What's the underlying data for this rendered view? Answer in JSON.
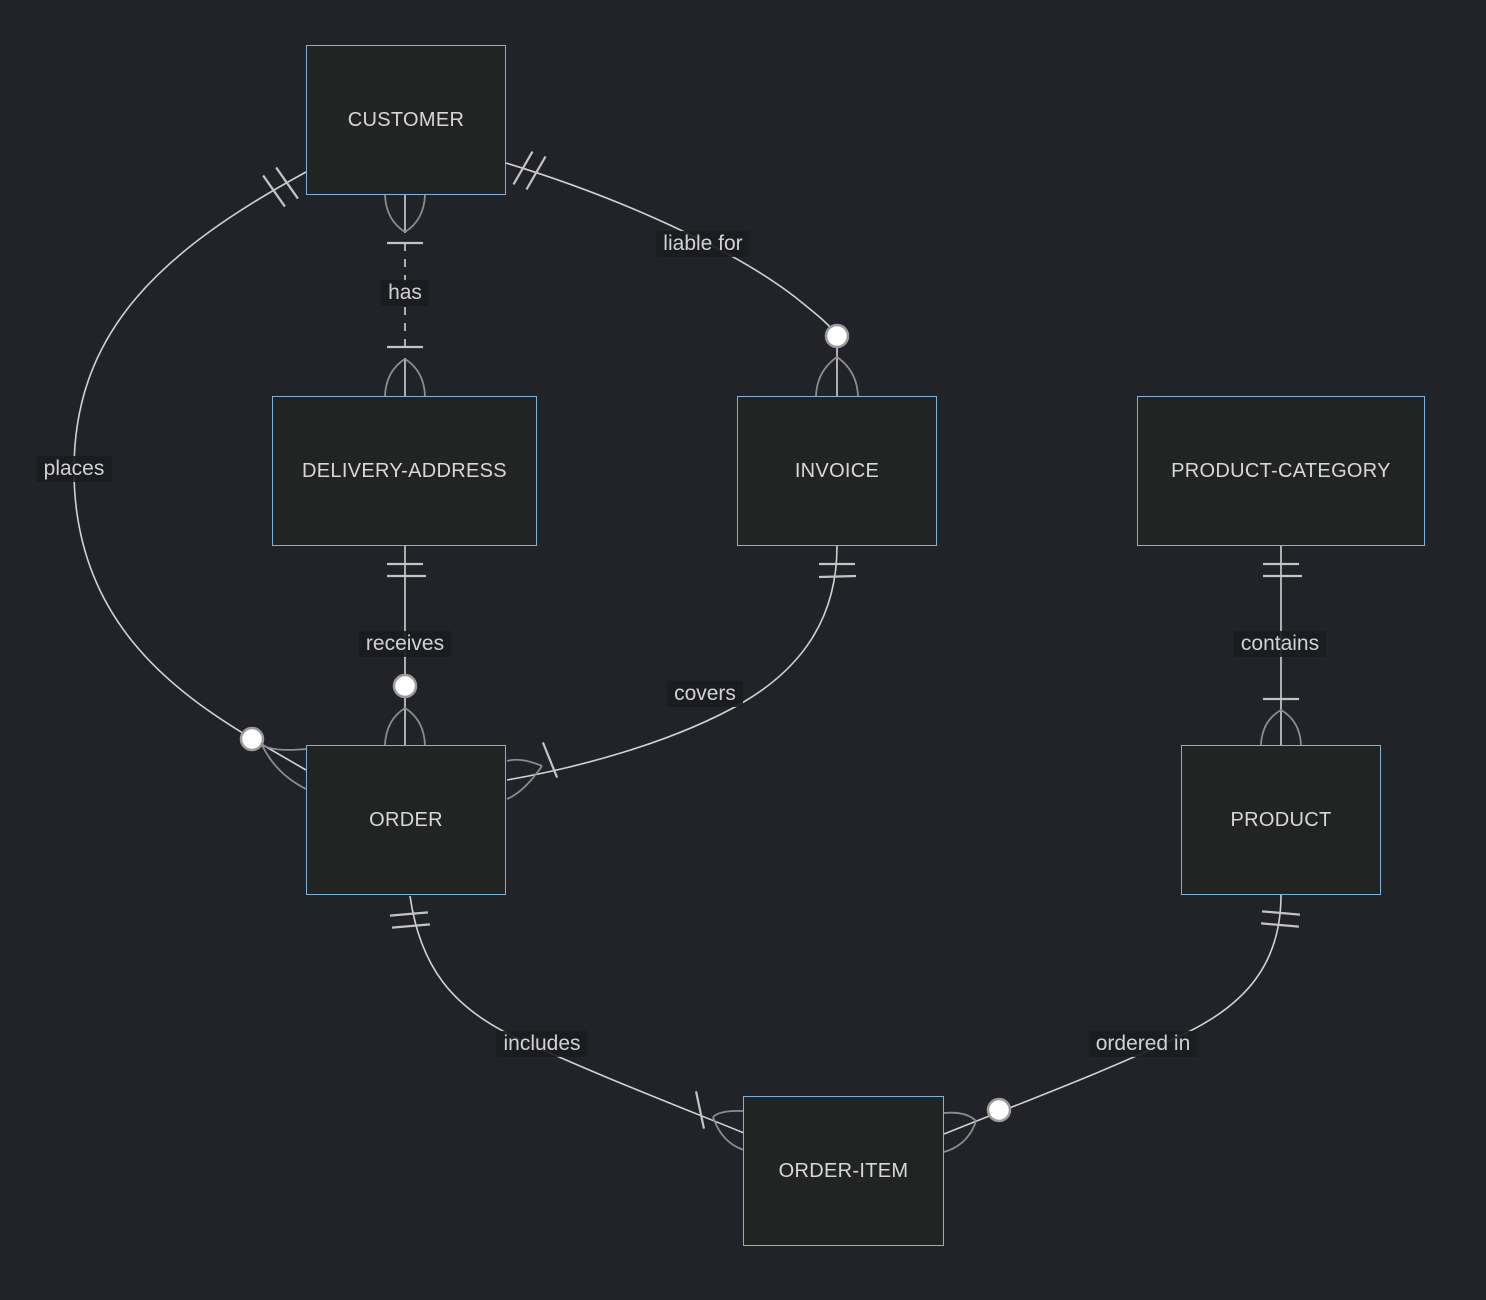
{
  "diagram": {
    "type": "er-diagram",
    "notation": "crows-foot",
    "theme": {
      "background": "#212329",
      "entity_fill": "#222323",
      "entity_border": "#81b1db",
      "entity_text": "#d8d8d8",
      "line_color": "#d2d2d2",
      "marker_color": "#8d8d8d",
      "cardinality_circle_fill": "#ffffff",
      "label_background": "#1a1c1f",
      "label_text": "#d2d2d2"
    },
    "entities": [
      {
        "id": "customer",
        "name": "CUSTOMER"
      },
      {
        "id": "delivery-address",
        "name": "DELIVERY-ADDRESS"
      },
      {
        "id": "invoice",
        "name": "INVOICE"
      },
      {
        "id": "product-category",
        "name": "PRODUCT-CATEGORY"
      },
      {
        "id": "order",
        "name": "ORDER"
      },
      {
        "id": "product",
        "name": "PRODUCT"
      },
      {
        "id": "order-item",
        "name": "ORDER-ITEM"
      }
    ],
    "relationships": [
      {
        "label": "places",
        "from": "CUSTOMER",
        "to": "ORDER",
        "from_cardinality": "exactly-one",
        "to_cardinality": "zero-or-more",
        "line": "solid"
      },
      {
        "label": "has",
        "from": "CUSTOMER",
        "to": "DELIVERY-ADDRESS",
        "from_cardinality": "one-or-more",
        "to_cardinality": "one-or-more",
        "line": "dashed"
      },
      {
        "label": "liable for",
        "from": "CUSTOMER",
        "to": "INVOICE",
        "from_cardinality": "exactly-one",
        "to_cardinality": "zero-or-more",
        "line": "solid"
      },
      {
        "label": "receives",
        "from": "DELIVERY-ADDRESS",
        "to": "ORDER",
        "from_cardinality": "exactly-one",
        "to_cardinality": "zero-or-more",
        "line": "solid"
      },
      {
        "label": "covers",
        "from": "INVOICE",
        "to": "ORDER",
        "from_cardinality": "exactly-one",
        "to_cardinality": "one-or-more",
        "line": "solid"
      },
      {
        "label": "contains",
        "from": "PRODUCT-CATEGORY",
        "to": "PRODUCT",
        "from_cardinality": "exactly-one",
        "to_cardinality": "one-or-more",
        "line": "solid"
      },
      {
        "label": "includes",
        "from": "ORDER",
        "to": "ORDER-ITEM",
        "from_cardinality": "exactly-one",
        "to_cardinality": "one-or-more",
        "line": "solid"
      },
      {
        "label": "ordered in",
        "from": "PRODUCT",
        "to": "ORDER-ITEM",
        "from_cardinality": "exactly-one",
        "to_cardinality": "zero-or-more",
        "line": "solid"
      }
    ]
  }
}
